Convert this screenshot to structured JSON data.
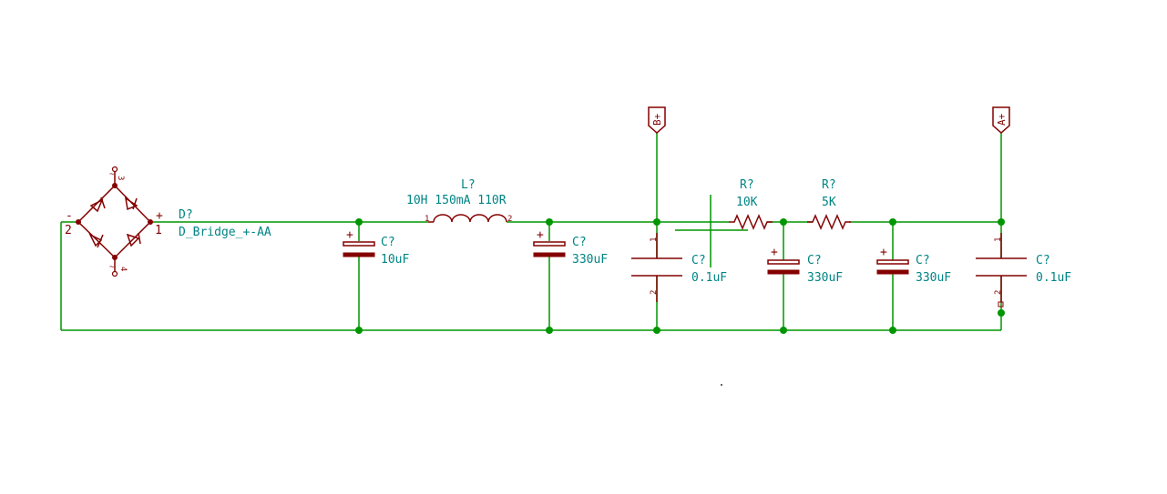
{
  "schematic": {
    "bridge": {
      "ref": "D?",
      "value": "D_Bridge_+-AA",
      "pin_minus": "2",
      "pin_plus": "1",
      "sign_minus": "-",
      "sign_plus": "+",
      "pin_ac1": "3",
      "pin_ac2": "4",
      "tilde": "~"
    },
    "inductor": {
      "ref": "L?",
      "value": "10H 150mA 110R",
      "pin1": "1",
      "pin2": "2"
    },
    "c1": {
      "ref": "C?",
      "value": "10uF",
      "plus": "+"
    },
    "c2": {
      "ref": "C?",
      "value": "330uF",
      "plus": "+"
    },
    "c3": {
      "ref": "C?",
      "value": "0.1uF",
      "pin1": "1",
      "pin2": "2"
    },
    "r1": {
      "ref": "R?",
      "value": "10K"
    },
    "r2": {
      "ref": "R?",
      "value": "5K"
    },
    "c4": {
      "ref": "C?",
      "value": "330uF",
      "plus": "+"
    },
    "c5": {
      "ref": "C?",
      "value": "330uF",
      "plus": "+"
    },
    "c6": {
      "ref": "C?",
      "value": "0.1uF",
      "pin1": "1",
      "pin2": "2"
    },
    "port_b": {
      "label": "B+"
    },
    "port_a": {
      "label": "A+"
    }
  }
}
